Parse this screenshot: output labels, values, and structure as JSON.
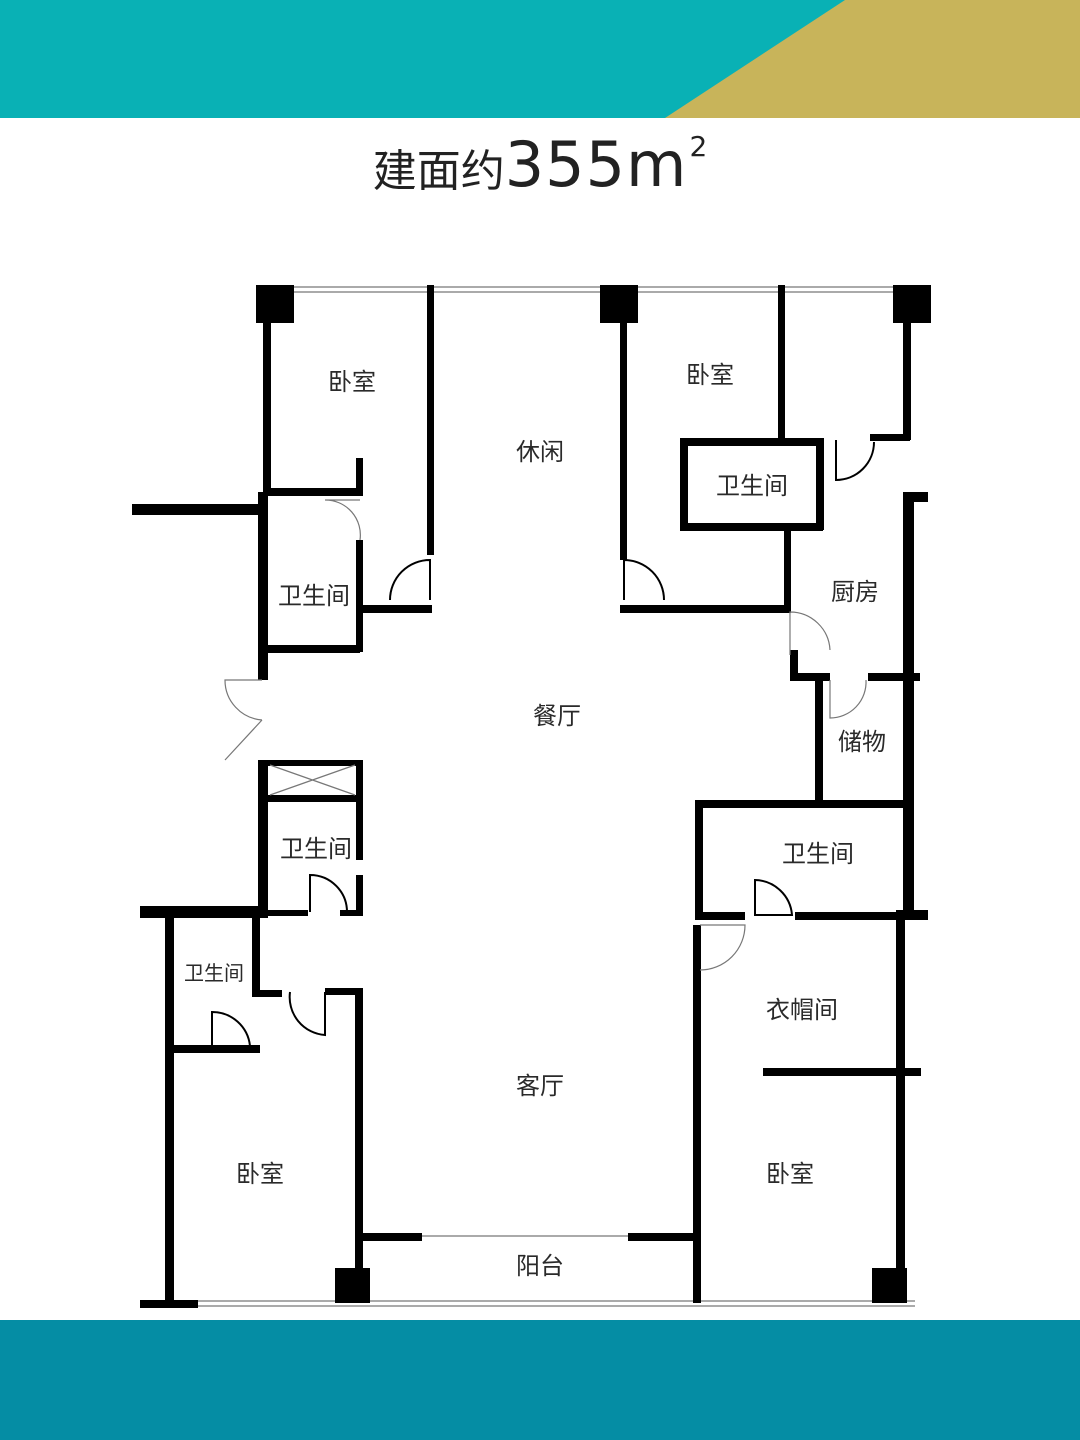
{
  "header": {
    "colors": {
      "teal": "#09b1b5",
      "gold": "#c8b45a",
      "footer": "#058da4"
    }
  },
  "title": {
    "prefix": "建面约",
    "number": "355",
    "unit": "m",
    "superscript": "2"
  },
  "rooms": {
    "bedroom_top_left": "卧室",
    "leisure": "休闲",
    "bedroom_top_right": "卧室",
    "bath_top_right": "卫生间",
    "bath_left_upper": "卫生间",
    "kitchen": "厨房",
    "dining": "餐厅",
    "storage": "储物",
    "bath_right": "卫生间",
    "bath_left_lower": "卫生间",
    "bath_bottom_left": "卫生间",
    "closet": "衣帽间",
    "living": "客厅",
    "bedroom_bottom_left": "卧室",
    "bedroom_bottom_right": "卧室",
    "balcony": "阳台"
  }
}
